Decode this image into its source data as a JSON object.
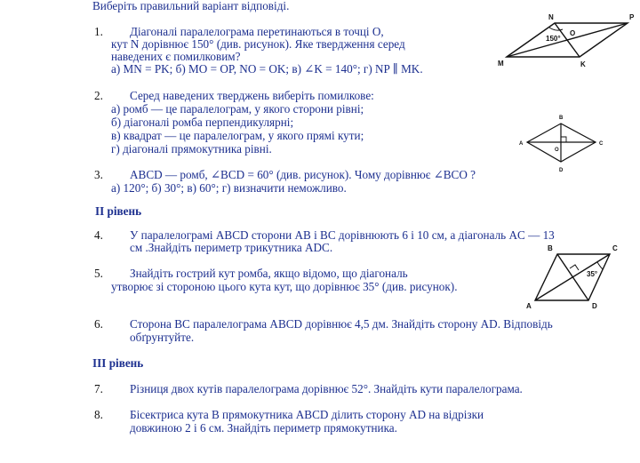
{
  "header": "Виберіть правильний варіант відповіді.",
  "levels": {
    "level2": "II рівень",
    "level3": "III рівень"
  },
  "tasks": [
    {
      "num": "1.",
      "lines": [
        "Діагоналі паралелограма перетинаються в точці О,",
        "кут N дорівнює 150° (див. рисунок). Яке твердження серед",
        "наведених є помилковим?",
        "а) MN = PK;   б) MO = OP, NO = OK;   в) ∠K = 140°;   г) NP ∥ MK."
      ]
    },
    {
      "num": "2.",
      "lines": [
        "Серед наведених тверджень виберіть помилкове:",
        "а) ромб — це паралелограм, у якого сторони рівні;",
        "б) діагоналі ромба перпендикулярні;",
        "в) квадрат — це паралелограм, у якого прямі кути;",
        "г) діагоналі прямокутника рівні."
      ]
    },
    {
      "num": "3.",
      "lines": [
        "ABCD — ромб,  ∠BCD = 60° (див. рисунок). Чому дорівнює ∠BCO ?",
        "а) 120°;   б) 30°;     в) 60°;     г) визначити неможливо."
      ]
    },
    {
      "num": "4.",
      "lines": [
        "У паралелограмі ABCD сторони AB і BC дорівнюють 6 і 10 см,  а діагональ AC — 13",
        "см .Знайдіть периметр трикутника ADC."
      ]
    },
    {
      "num": "5.",
      "lines": [
        "Знайдіть гострий кут ромба, якщо відомо, що діагональ",
        "утворює зі стороною цього кута кут, що дорівнює 35° (див. рисунок)."
      ]
    },
    {
      "num": "6.",
      "lines": [
        "Сторона BC паралелограма ABCD дорівнює 4,5 дм. Знайдіть сторону AD. Відповідь",
        "обґрунтуйте."
      ]
    },
    {
      "num": "7.",
      "lines": [
        "Різниця двох кутів паралелограма дорівнює 52°. Знайдіть кути паралелограма."
      ]
    },
    {
      "num": "8.",
      "lines": [
        "Бісектриса кута B прямокутника ABCD ділить сторону AD на відрізки",
        "довжиною 2 і 6 см. Знайдіть периметр прямокутника."
      ]
    }
  ],
  "figures": {
    "fig1": {
      "labels": [
        "N",
        "P",
        "M",
        "K",
        "O"
      ],
      "angle": "150°"
    },
    "fig2": {
      "labels": [
        "B",
        "A",
        "O",
        "C",
        "D"
      ]
    },
    "fig3": {
      "labels": [
        "B",
        "C",
        "A",
        "D"
      ],
      "angle": "35°"
    }
  },
  "colors": {
    "text": "#1c2f8f",
    "number": "#111111",
    "figure": "#111111"
  }
}
